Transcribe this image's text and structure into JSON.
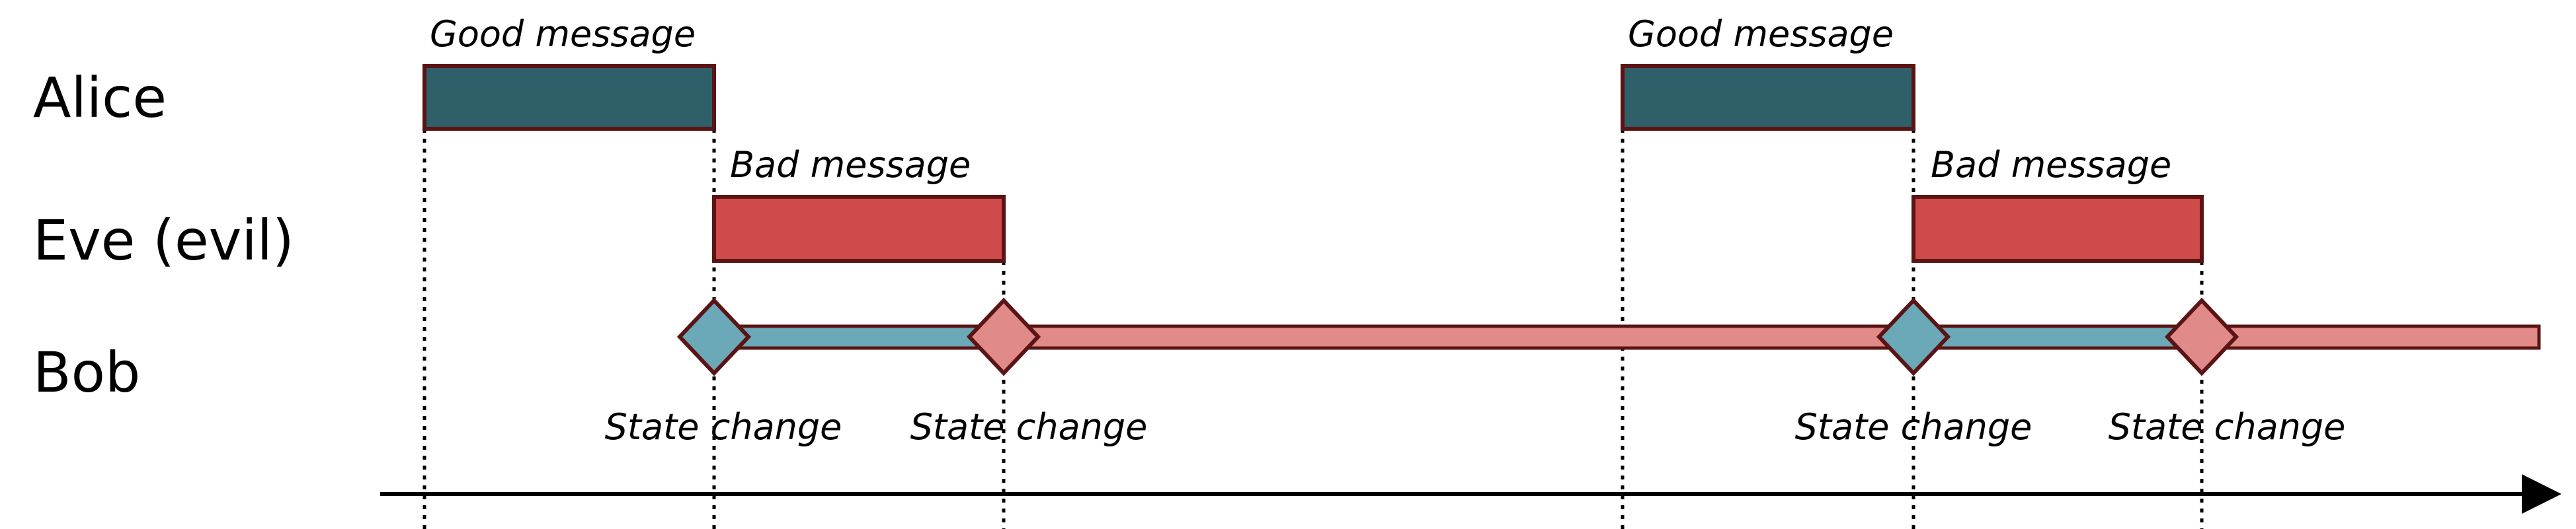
{
  "actors": [
    {
      "id": "alice",
      "label": "Alice"
    },
    {
      "id": "eve",
      "label": "Eve (evil)"
    },
    {
      "id": "bob",
      "label": "Bob"
    }
  ],
  "messages": [
    {
      "actor": "alice",
      "label": "Good message",
      "kind": "good"
    },
    {
      "actor": "eve",
      "label": "Bad message",
      "kind": "bad"
    },
    {
      "actor": "alice",
      "label": "Good message",
      "kind": "good"
    },
    {
      "actor": "eve",
      "label": "Bad message",
      "kind": "bad"
    }
  ],
  "state_changes": [
    {
      "label": "State change",
      "kind": "good"
    },
    {
      "label": "State change",
      "kind": "bad"
    },
    {
      "label": "State change",
      "kind": "good"
    },
    {
      "label": "State change",
      "kind": "bad"
    }
  ],
  "colors": {
    "good_fill": "#2f6069",
    "bad_fill": "#cf4a4a",
    "good_state": "#6ba8b8",
    "bad_state": "#e08a8a",
    "outline": "#5a1414",
    "axis": "#000000"
  }
}
